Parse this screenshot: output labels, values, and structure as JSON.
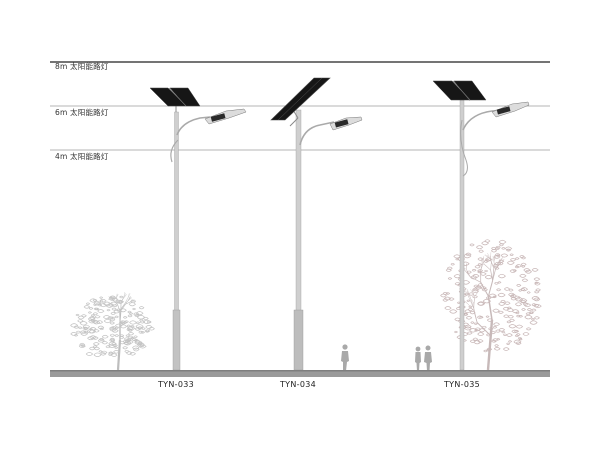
{
  "height_levels": [
    {
      "label": "8m  太阳能路灯"
    },
    {
      "label": "6m  太阳能路灯"
    },
    {
      "label": "4m  太阳能路灯"
    }
  ],
  "models": [
    {
      "label": "TYN-033"
    },
    {
      "label": "TYN-034"
    },
    {
      "label": "TYN-035"
    }
  ],
  "colors": {
    "pole": "#c9c9c9",
    "panel": "#1a1a1a",
    "ground": "#9a9a9a",
    "tree": "#bdbdbd",
    "tree_blossom": "#c7b9b9",
    "guide_line": "#9e9e9e",
    "top_line": "#222222"
  }
}
